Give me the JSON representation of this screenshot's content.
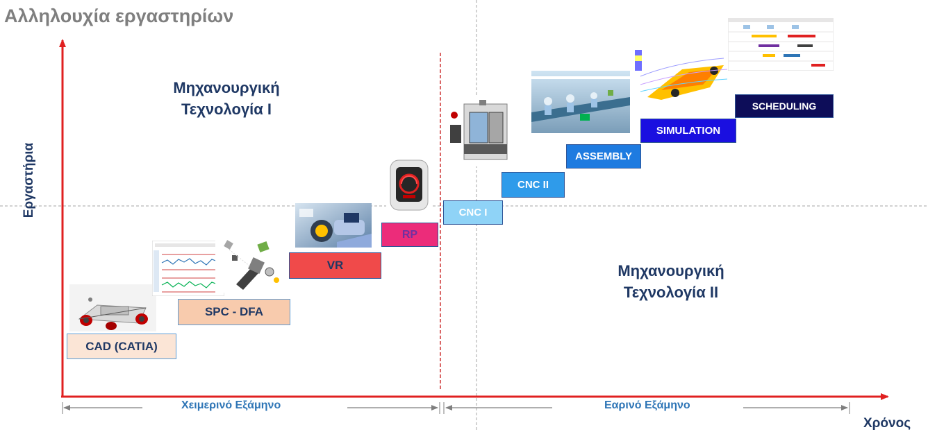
{
  "title": "Αλληλουχία εργαστηρίων",
  "y_axis_label": "Εργαστήρια",
  "x_axis_label": "Χρόνος",
  "semesters": {
    "winter": "Χειμερινό Εξάμηνο",
    "spring": "Εαρινό Εξάμηνο"
  },
  "subjects": {
    "tech1": {
      "line1": "Μηχανουργική",
      "line2": "Τεχνολογία Ι"
    },
    "tech2": {
      "line1": "Μηχανουργική",
      "line2": "Τεχνολογία ΙΙ"
    }
  },
  "labs": [
    {
      "label": "CAD (CATIA)",
      "fill": "#fbe5d6",
      "border": "#5b9bd5",
      "text_color": "#1f3864",
      "image": "car-chassis-cad-model"
    },
    {
      "label": "SPC - DFA",
      "fill": "#f8cbad",
      "border": "#5b9bd5",
      "text_color": "#1f3864",
      "image": "control-chart-and-exploded-assembly"
    },
    {
      "label": "VR",
      "fill": "#f04a4a",
      "border": "#2f5597",
      "text_color": "#1f3864",
      "image": "virtual-reality-scene"
    },
    {
      "label": "RP",
      "fill": "#ec2c7a",
      "border": "#2f5597",
      "text_color": "#7030a0",
      "image": "3d-printer"
    },
    {
      "label": "CNC I",
      "fill": "#8fd3f7",
      "border": "#2f5597",
      "text_color": "#ffffff",
      "image": "cnc-machining-center"
    },
    {
      "label": "CNC II",
      "fill": "#2f9bea",
      "border": "#2f5597",
      "text_color": "#ffffff",
      "image": ""
    },
    {
      "label": "ASSEMBLY",
      "fill": "#1e7be0",
      "border": "#2f5597",
      "text_color": "#ffffff",
      "image": "assembly-line-factory"
    },
    {
      "label": "SIMULATION",
      "fill": "#1a0fe0",
      "border": "#2f5597",
      "text_color": "#ffffff",
      "image": "race-car-flow-simulation"
    },
    {
      "label": "SCHEDULING",
      "fill": "#0d0d59",
      "border": "#2f5597",
      "text_color": "#ffffff",
      "image": "gantt-schedule-chart"
    }
  ],
  "colors": {
    "axis": "#e02020",
    "divider": "#c00000",
    "guide": "#a6a6a6",
    "title": "#7f7f7f",
    "navy": "#1f3864",
    "semester_text": "#2e75b6"
  }
}
